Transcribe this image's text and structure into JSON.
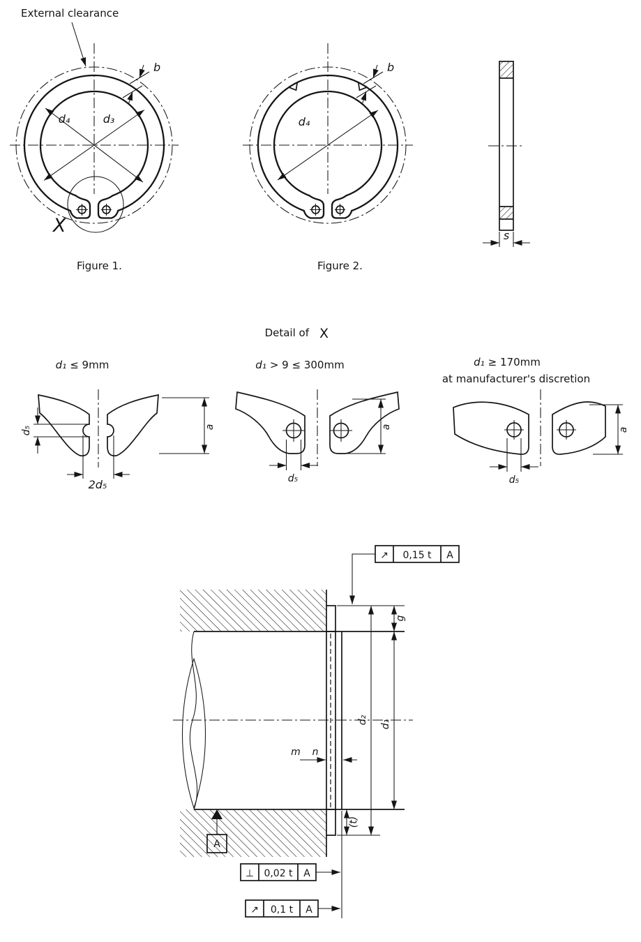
{
  "page": {
    "bg": "#ffffff",
    "ink": "#151515"
  },
  "top": {
    "external_clearance": "External clearance",
    "fig1": {
      "caption": "Figure 1.",
      "d4": "d₄",
      "d3": "d₃",
      "b": "b",
      "x_marker": "X"
    },
    "fig2": {
      "caption": "Figure 2.",
      "d4": "d₄",
      "b": "b"
    },
    "side": {
      "s": "s"
    }
  },
  "detail": {
    "title": "Detail of",
    "title_ref": "X",
    "v1": {
      "cond_var": "d₁",
      "cond_rest": "≤ 9mm",
      "d5": "d₅",
      "two_d5": "2d₅",
      "a": "a"
    },
    "v2": {
      "cond_var": "d₁",
      "cond_rest": "> 9 ≤ 300mm",
      "d5": "d₅",
      "a": "a"
    },
    "v3": {
      "cond_var": "d₁",
      "cond_rest": "≥ 170mm",
      "note": "at manufacturer's discretion",
      "d5": "d₅",
      "a": "a"
    }
  },
  "install": {
    "g": "g",
    "d2": "d₂",
    "d1": "d₁",
    "m": "m",
    "n": "n",
    "t": "(t)",
    "datum": "A",
    "frames": {
      "top": {
        "sym": "↗",
        "val": "0,15 t",
        "ref": "A"
      },
      "perp": {
        "sym": "⊥",
        "val": "0,02 t",
        "ref": "A"
      },
      "runout": {
        "sym": "↗",
        "val": "0,1 t",
        "ref": "A"
      }
    }
  }
}
